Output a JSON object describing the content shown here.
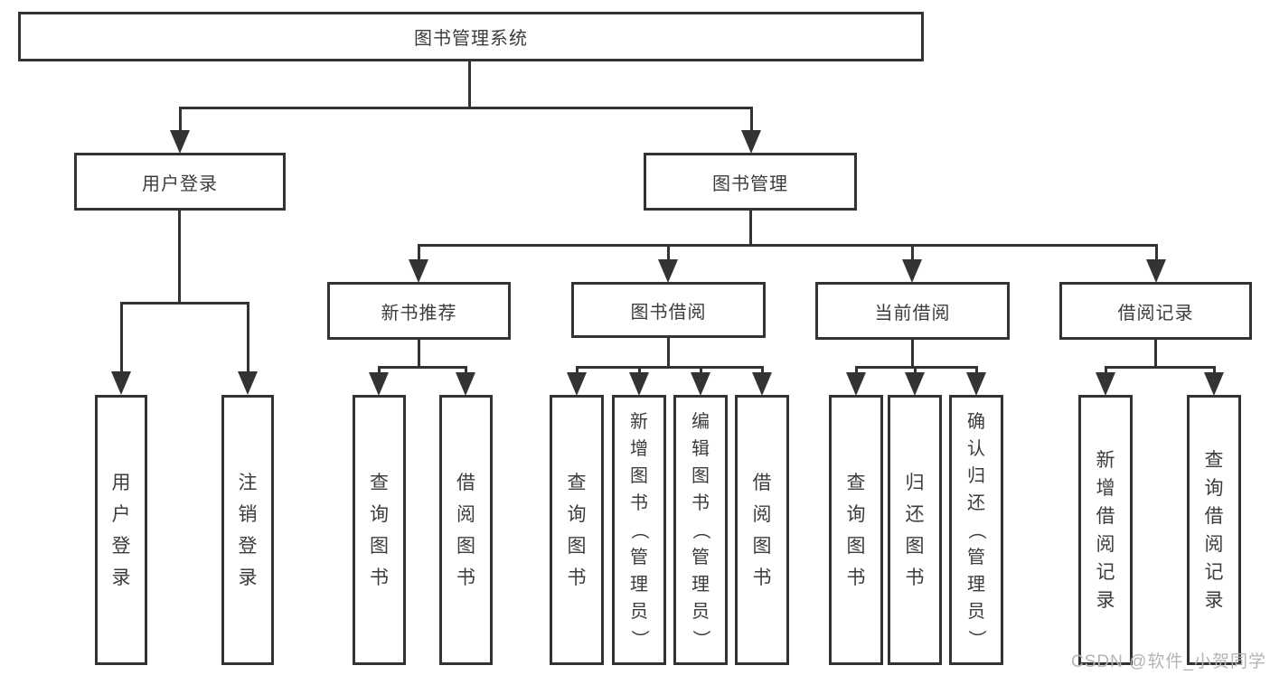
{
  "diagram": {
    "root": "图书管理系统",
    "level2": [
      {
        "label": "用户登录",
        "children": [
          "用户登录",
          "注销登录"
        ]
      },
      {
        "label": "图书管理"
      }
    ],
    "level3": [
      {
        "label": "新书推荐",
        "children": [
          "查询图书",
          "借阅图书"
        ]
      },
      {
        "label": "图书借阅",
        "children": [
          "查询图书",
          "新增图书（管理员）",
          "编辑图书（管理员）",
          "借阅图书"
        ]
      },
      {
        "label": "当前借阅",
        "children": [
          "查询图书",
          "归还图书",
          "确认归还（管理员）"
        ]
      },
      {
        "label": "借阅记录",
        "children": [
          "新增借阅记录",
          "查询借阅记录"
        ]
      }
    ]
  },
  "watermark": "CSDN @软件_小贺同学",
  "colors": {
    "line": "#333333",
    "text": "#3c3c3c",
    "watermark": "#b4b4b4",
    "background": "#ffffff"
  }
}
